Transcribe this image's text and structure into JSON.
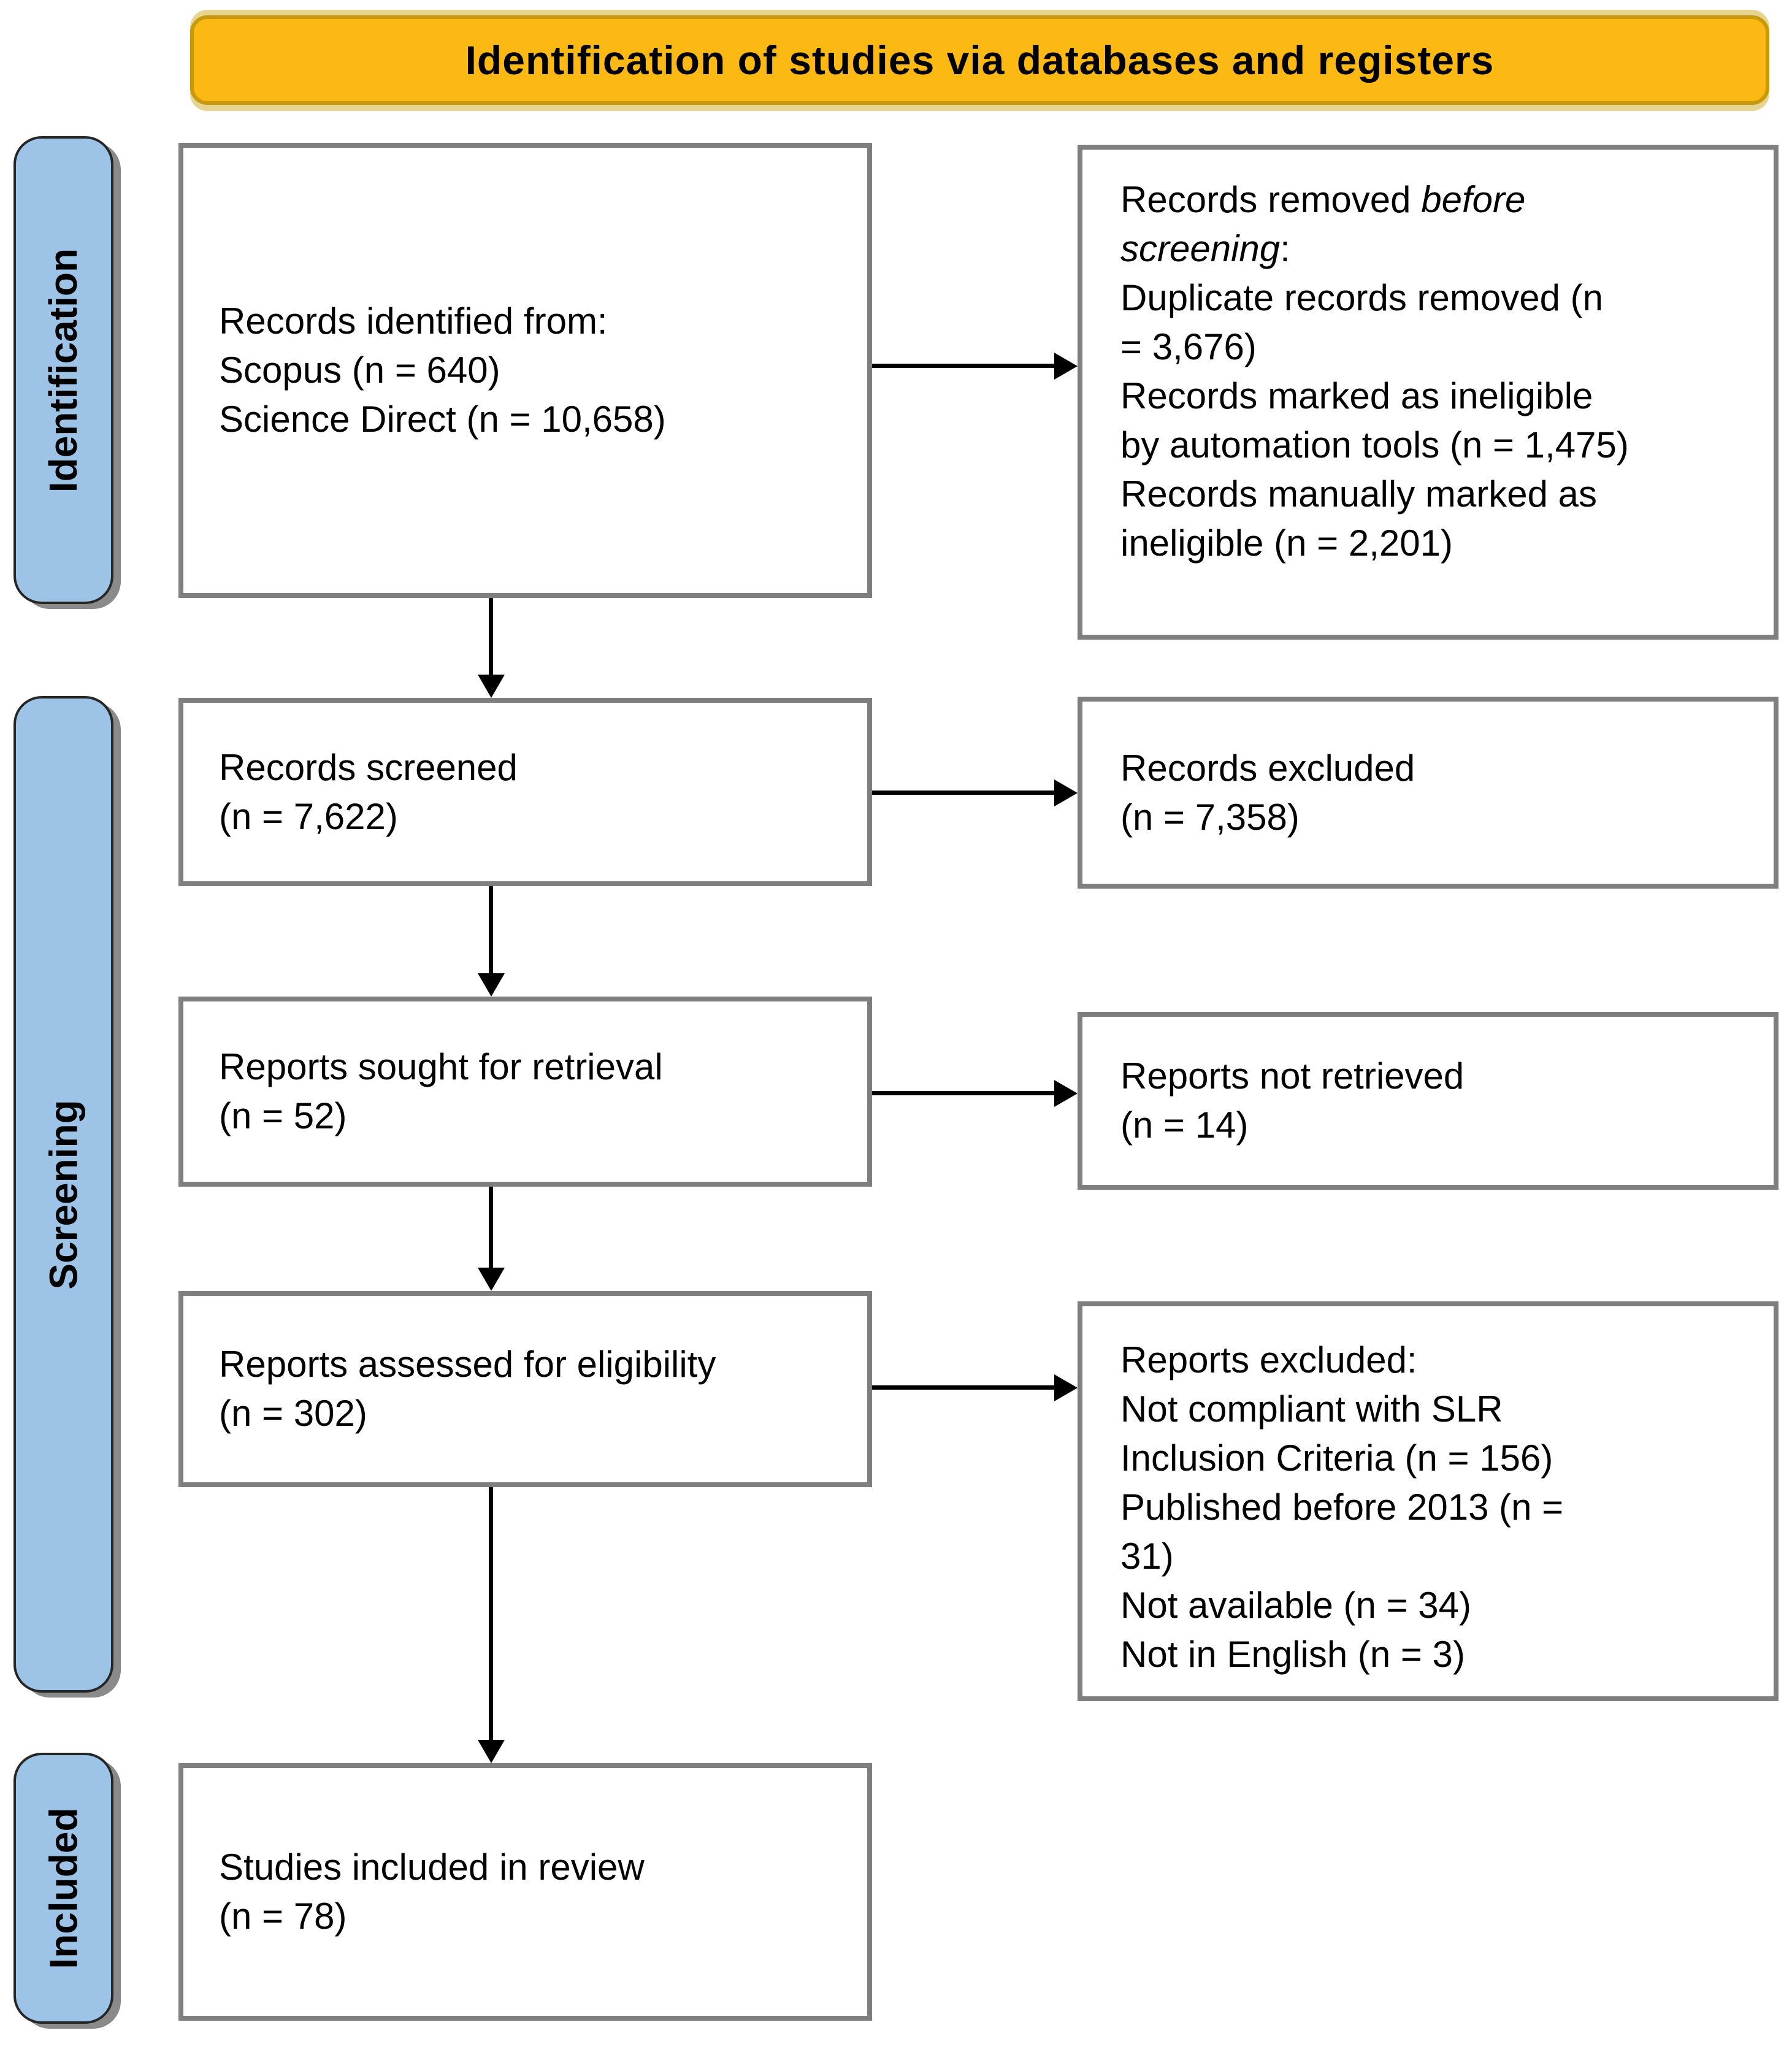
{
  "banner": {
    "title": "Identification of studies via databases and registers"
  },
  "colors": {
    "banner_fill": "#FCB813",
    "banner_border": "#C8980D",
    "banner_glow": "#E8D491",
    "stage_fill": "#9DC3E6",
    "stage_border": "#262626",
    "stage_shadow": "#8a8a8a",
    "box_border": "#7f7f7f",
    "arrow": "#000000",
    "text": "#000000"
  },
  "stages": [
    {
      "label": "Identification"
    },
    {
      "label": "Screening"
    },
    {
      "label": "Included"
    }
  ],
  "boxes": {
    "identified": {
      "lead": "Records identified from:",
      "items": [
        "Scopus (n = 640)",
        "Science Direct (n = 10,658)"
      ]
    },
    "removed": {
      "lead_prefix": "Records removed ",
      "lead_italic": "before screening",
      "lead_suffix": ":",
      "items": [
        "Duplicate records removed (n = 3,676)",
        "Records marked as ineligible by automation tools (n = 1,475)",
        "Records manually marked as ineligible (n = 2,201)"
      ]
    },
    "screened": {
      "line1": "Records screened",
      "line2": "(n = 7,622)"
    },
    "records_excluded": {
      "line1": "Records excluded",
      "line2": "(n = 7,358)"
    },
    "sought": {
      "line1": "Reports sought for retrieval",
      "line2": "(n = 52)"
    },
    "not_retrieved": {
      "line1": "Reports not retrieved",
      "line2": "(n = 14)"
    },
    "assessed": {
      "line1": "Reports assessed for eligibility",
      "line2": "(n = 302)"
    },
    "reports_excluded": {
      "lead": "Reports excluded:",
      "items": [
        "Not compliant with SLR Inclusion Criteria (n = 156)",
        "Published before 2013 (n = 31)",
        "Not available (n = 34)",
        "Not in English (n = 3)"
      ]
    },
    "included": {
      "line1": "Studies included in review",
      "line2": "(n = 78)"
    }
  }
}
